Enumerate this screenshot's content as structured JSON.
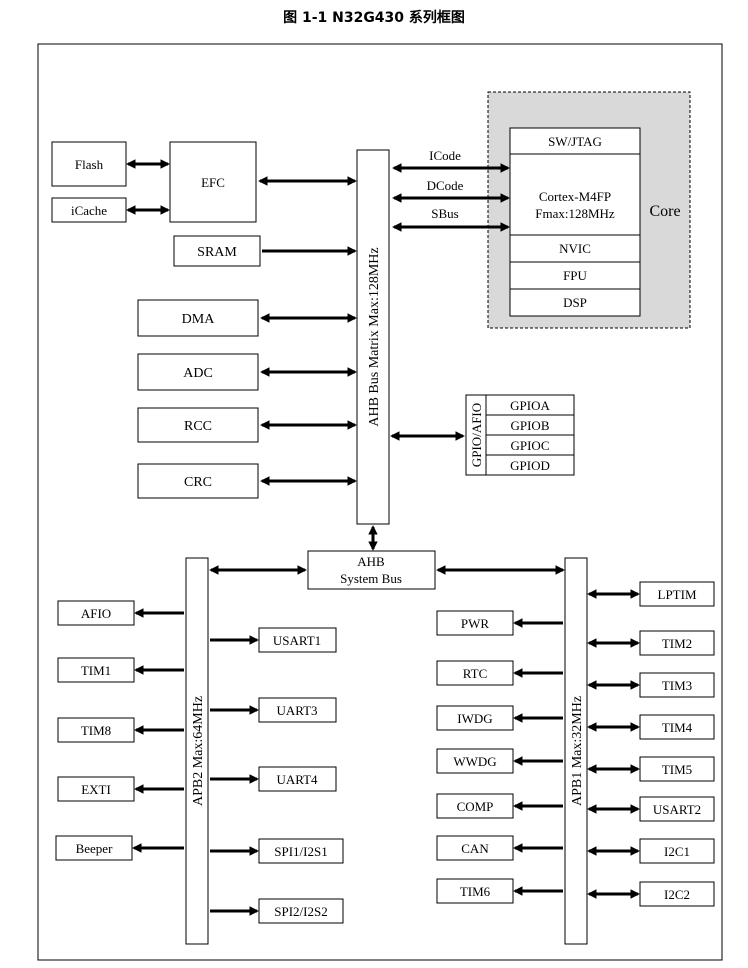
{
  "title": "图 1-1 N32G430 系列框图",
  "core": {
    "label": "Core",
    "blocks": {
      "swjtag": "SW/JTAG",
      "cpu_line1": "Cortex-M4FP",
      "cpu_line2": "Fmax:128MHz",
      "nvic": "NVIC",
      "fpu": "FPU",
      "dsp": "DSP"
    },
    "bus_labels": {
      "icode": "ICode",
      "dcode": "DCode",
      "sbus": "SBus"
    }
  },
  "memory": {
    "flash": "Flash",
    "icache": "iCache",
    "efc": "EFC",
    "sram": "SRAM"
  },
  "ahb_peripherals": {
    "dma": "DMA",
    "adc": "ADC",
    "rcc": "RCC",
    "crc": "CRC"
  },
  "ahb_matrix": "AHB Bus Matrix   Max:128MHz",
  "gpio": {
    "group": "GPIO/AFIO",
    "ports": [
      "GPIOA",
      "GPIOB",
      "GPIOC",
      "GPIOD"
    ]
  },
  "system_bus": {
    "line1": "AHB",
    "line2": "System Bus"
  },
  "apb2": {
    "label": "APB2  Max:64MHz",
    "left": [
      "AFIO",
      "TIM1",
      "TIM8",
      "EXTI",
      "Beeper"
    ],
    "right": [
      "USART1",
      "UART3",
      "UART4",
      "SPI1/I2S1",
      "SPI2/I2S2"
    ]
  },
  "apb1": {
    "label": "APB1  Max:32MHz",
    "left": [
      "PWR",
      "RTC",
      "IWDG",
      "WWDG",
      "COMP",
      "CAN",
      "TIM6"
    ],
    "right": [
      "LPTIM",
      "TIM2",
      "TIM3",
      "TIM4",
      "TIM5",
      "USART2",
      "I2C1",
      "I2C2"
    ]
  }
}
